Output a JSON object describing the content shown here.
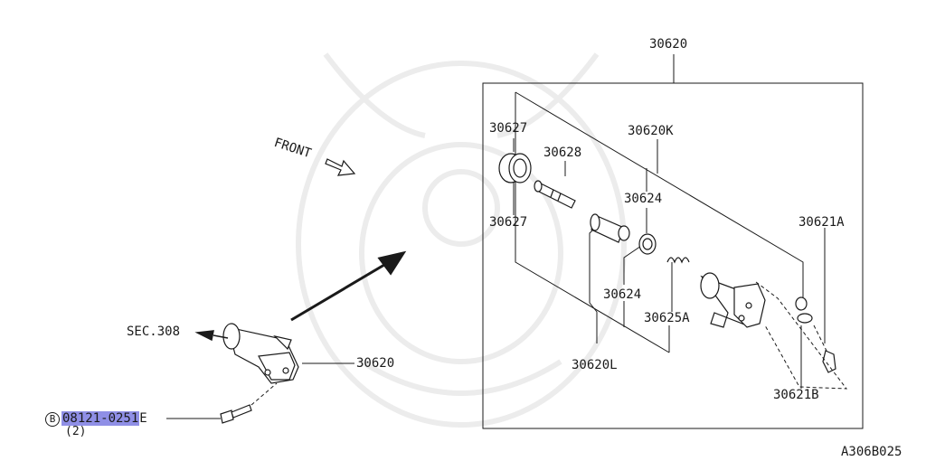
{
  "diagram": {
    "labels": {
      "assembly_top": "30620",
      "front": "FRONT",
      "piston_cup_upper": "30627",
      "push_rod": "30628",
      "repair_kit_k": "30620K",
      "piston_cup_mid": "30624",
      "piston_cup_lower": "30627",
      "seal_lower": "30624",
      "spring": "30625A",
      "kit_l": "30620L",
      "bleeder_a": "30621A",
      "bleeder_b": "30621B",
      "sec_ref": "SEC.308",
      "assembly_side": "30620",
      "bolt_circle_letter": "B",
      "bolt_part": "08121-0251",
      "bolt_suffix": "E",
      "bolt_qty": "(2)",
      "figure_code": "A306B025"
    }
  },
  "colors": {
    "line": "#1a1a1a",
    "highlight": "#8f8fe6",
    "watermark": "#ececec"
  }
}
